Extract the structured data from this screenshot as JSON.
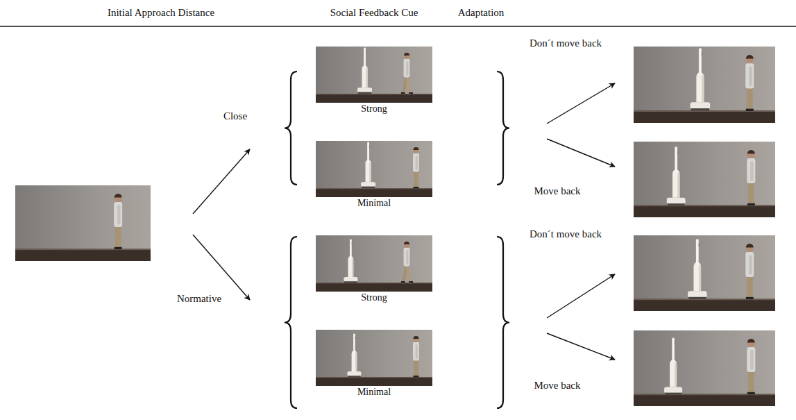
{
  "diagram": {
    "nodes": [
      {
        "text": [
          "Strong"
        ]
      },
      {
        "text": [
          "Minimal"
        ]
      },
      {
        "text": [
          "Strong"
        ]
      },
      {
        "text": [
          "Minimal"
        ]
      }
    ],
    "labels": [
      "Initial Approach Distance",
      "Social Feedback Cue",
      "Adaptation",
      "Close",
      "Normative",
      "Don´t move back",
      "Move back",
      "Don´t move back",
      "Move back"
    ]
  }
}
